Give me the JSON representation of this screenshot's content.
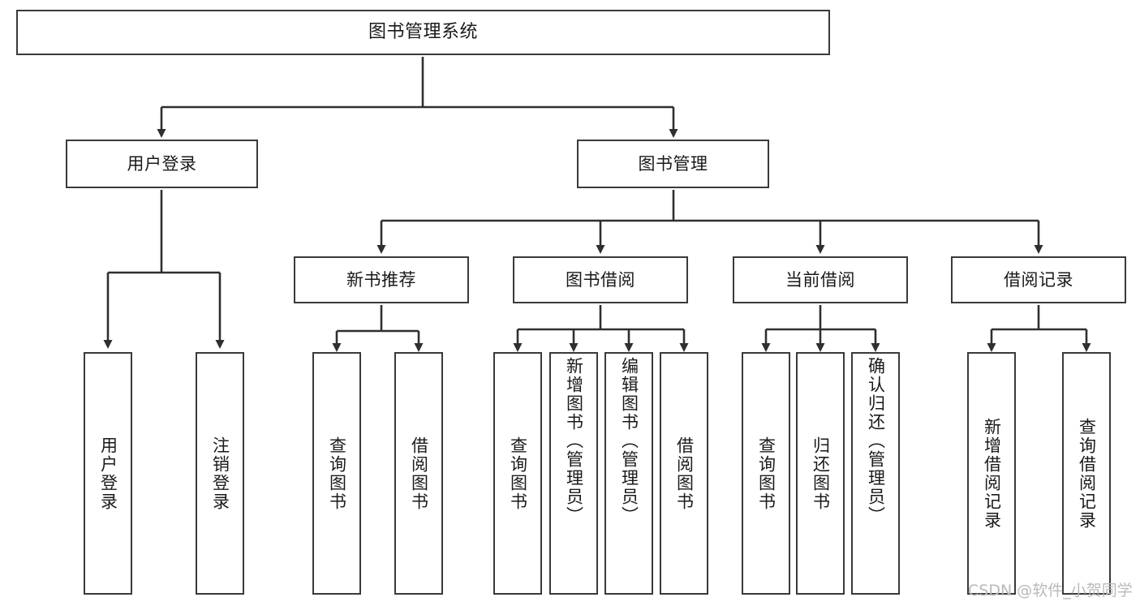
{
  "diagram": {
    "type": "tree",
    "title": "图书管理系统",
    "root": {
      "label": "图书管理系统"
    },
    "level1": [
      {
        "label": "用户登录"
      },
      {
        "label": "图书管理"
      }
    ],
    "level2": [
      {
        "label": "新书推荐"
      },
      {
        "label": "图书借阅"
      },
      {
        "label": "当前借阅"
      },
      {
        "label": "借阅记录"
      }
    ],
    "leaves": {
      "user_login": [
        {
          "label": "用户登录"
        },
        {
          "label": "注销登录"
        }
      ],
      "new_book_recommend": [
        {
          "label": "查询图书"
        },
        {
          "label": "借阅图书"
        }
      ],
      "book_borrow": [
        {
          "label": "查询图书"
        },
        {
          "label": "新增图书（管理员）"
        },
        {
          "label": "编辑图书（管理员）"
        },
        {
          "label": "借阅图书"
        }
      ],
      "current_borrow": [
        {
          "label": "查询图书"
        },
        {
          "label": "归还图书"
        },
        {
          "label": "确认归还（管理员）"
        }
      ],
      "borrow_record": [
        {
          "label": "新增借阅记录"
        },
        {
          "label": "查询借阅记录"
        }
      ]
    }
  },
  "watermark": {
    "text": "CSDN @软件_小贺同学"
  },
  "colors": {
    "box_border": "#3a3a3a",
    "line": "#2f2f2f",
    "background": "#ffffff",
    "text": "#1a1a1a",
    "watermark": "#b9b9b9"
  }
}
